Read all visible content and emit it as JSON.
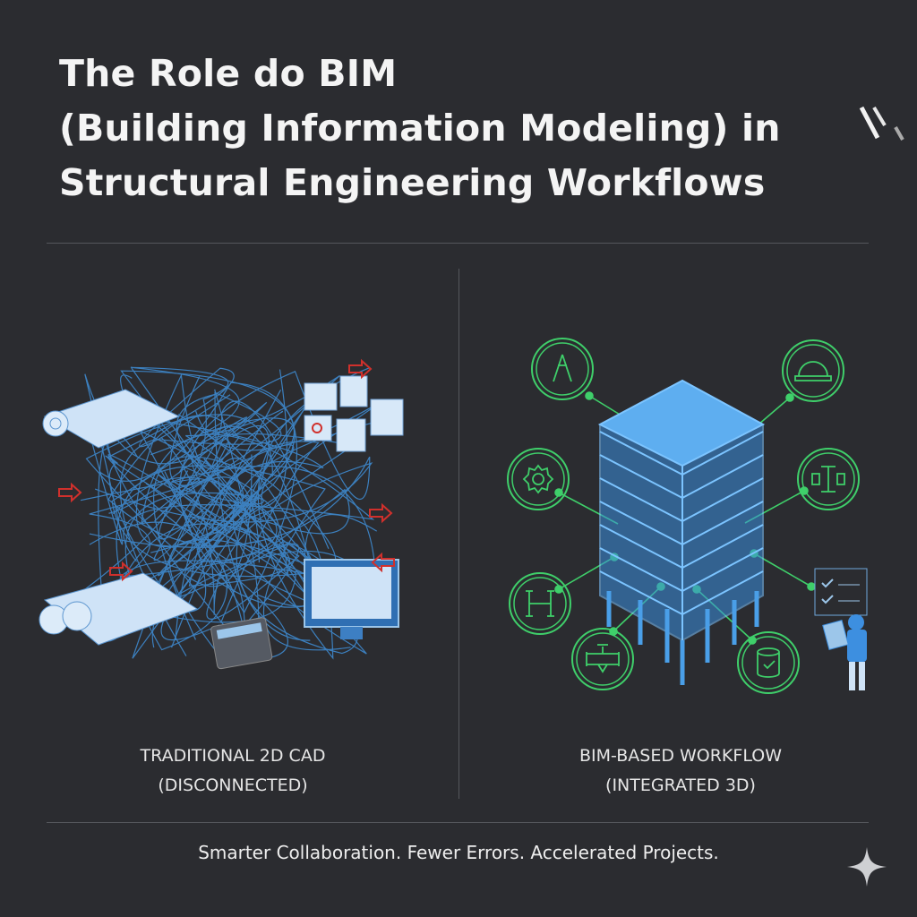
{
  "title": {
    "lines": [
      "The Role do BIM",
      "(Building Information Modeling) in",
      "Structural Engineering Workflows"
    ]
  },
  "left_panel": {
    "label_line1": "TRADITIONAL 2D CAD",
    "label_line2": "(DISCONNECTED)",
    "icons": [
      "blueprint-roll-icon",
      "blueprint-roll-icon",
      "chart-documents-icon",
      "calculator-icon",
      "computer-monitor-icon",
      "red-arrow-icon"
    ]
  },
  "right_panel": {
    "label_line1": "BIM-BASED WORKFLOW",
    "label_line2": "(INTEGRATED 3D)",
    "icons": [
      "compass-icon",
      "hard-hat-icon",
      "gear-icon",
      "i-beam-icon",
      "h-beam-icon",
      "pipe-valve-icon",
      "database-check-icon",
      "engineer-checklist-icon"
    ]
  },
  "tagline": "Smarter Collaboration. Fewer Errors. Accelerated Projects.",
  "colors": {
    "background": "#2b2c30",
    "blue": "#4a9fe8",
    "green": "#3fcf6a",
    "red": "#d0302c"
  }
}
